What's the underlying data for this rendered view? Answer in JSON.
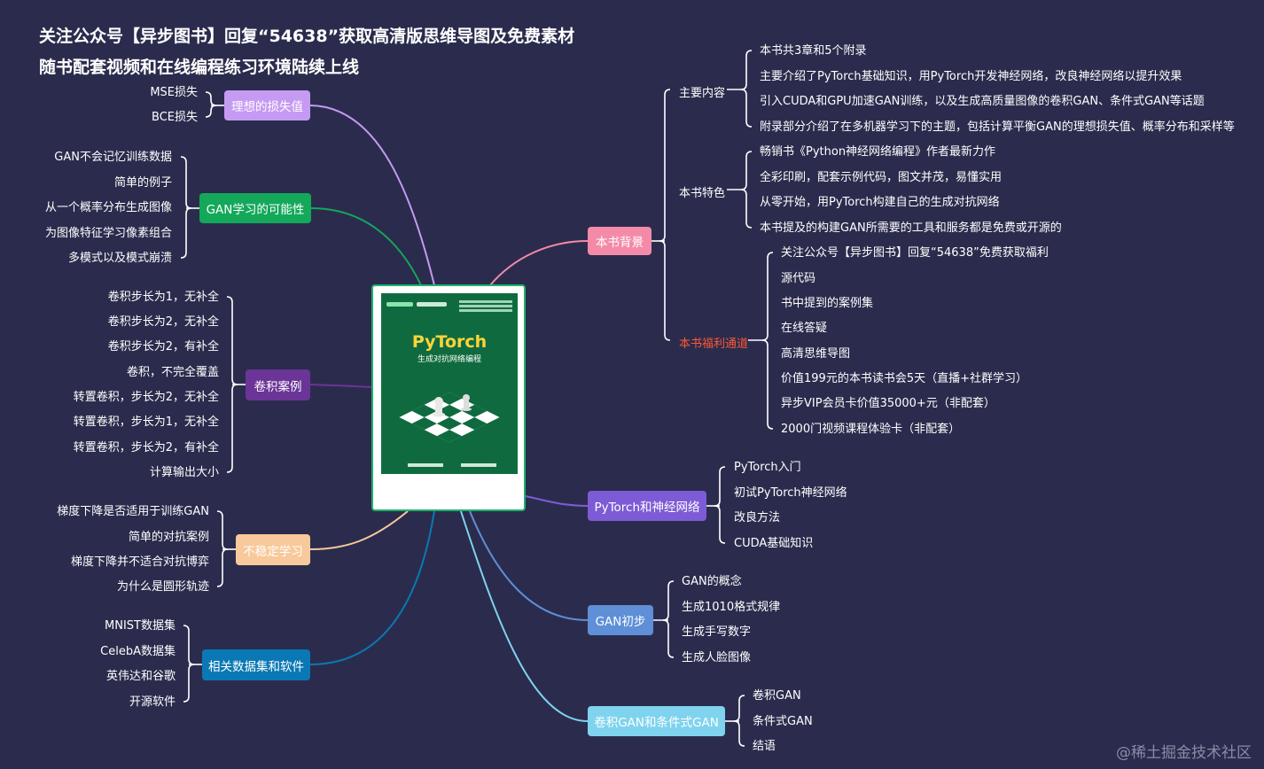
{
  "header": {
    "line1": "关注公众号【异步图书】回复“54638”获取高清版思维导图及免费素材",
    "line2": "随书配套视频和在线编程练习环境陆续上线"
  },
  "book": {
    "title": "PyTorch",
    "subtitle": "生成对抗网络编程"
  },
  "right": {
    "bg": {
      "label": "本书背景",
      "color": "#f38ba8",
      "main": {
        "label": "主要内容",
        "items": [
          "本书共3章和5个附录",
          "主要介绍了PyTorch基础知识，用PyTorch开发神经网络，改良神经网络以提升效果",
          "引入CUDA和GPU加速GAN训练，以及生成高质量图像的卷积GAN、条件式GAN等话题",
          "附录部分介绍了在多机器学习下的主题，包括计算平衡GAN的理想损失值、概率分布和采样等"
        ]
      },
      "feature": {
        "label": "本书特色",
        "items": [
          "畅销书《Python神经网络编程》作者最新力作",
          "全彩印刷，配套示例代码，图文并茂，易懂实用",
          "从零开始，用PyTorch构建自己的生成对抗网络",
          "本书提及的构建GAN所需要的工具和服务都是免费或开源的"
        ]
      },
      "benefit": {
        "label": "本书福利通道",
        "items": [
          "关注公众号【异步图书】回复“54638”免费获取福利",
          "源代码",
          "书中提到的案例集",
          "在线答疑",
          "高清思维导图",
          "价值199元的本书读书会5天（直播+社群学习）",
          "异步VIP会员卡价值35000+元（非配套）",
          "2000门视频课程体验卡（非配套）"
        ]
      }
    },
    "pytorch": {
      "label": "PyTorch和神经网络",
      "color": "#7e5bd6",
      "items": [
        "PyTorch入门",
        "初试PyTorch神经网络",
        "改良方法",
        "CUDA基础知识"
      ]
    },
    "gan": {
      "label": "GAN初步",
      "color": "#5f8fd6",
      "items": [
        "GAN的概念",
        "生成1010格式规律",
        "生成手写数字",
        "生成人脸图像"
      ]
    },
    "conv": {
      "label": "卷积GAN和条件式GAN",
      "color": "#7fd3ee",
      "items": [
        "卷积GAN",
        "条件式GAN",
        "结语"
      ]
    }
  },
  "left": {
    "loss": {
      "label": "理想的损失值",
      "color": "#c59af2",
      "items": [
        "MSE损失",
        "BCE损失"
      ]
    },
    "possible": {
      "label": "GAN学习的可能性",
      "color": "#13a85a",
      "items": [
        "GAN不会记忆训练数据",
        "简单的例子",
        "从一个概率分布生成图像",
        "为图像特征学习像素组合",
        "多模式以及模式崩溃"
      ]
    },
    "convcase": {
      "label": "卷积案例",
      "color": "#6a3596",
      "items": [
        "卷积步长为1，无补全",
        "卷积步长为2，无补全",
        "卷积步长为2，有补全",
        "卷积，不完全覆盖",
        "转置卷积，步长为2，无补全",
        "转置卷积，步长为1，无补全",
        "转置卷积，步长为2，有补全",
        "计算输出大小"
      ]
    },
    "unstable": {
      "label": "不稳定学习",
      "color": "#f8c99a",
      "items": [
        "梯度下降是否适用于训练GAN",
        "简单的对抗案例",
        "梯度下降并不适合对抗博弈",
        "为什么是圆形轨迹"
      ]
    },
    "datasets": {
      "label": "相关数据集和软件",
      "color": "#0a78b4",
      "items": [
        "MNIST数据集",
        "CelebA数据集",
        "英伟达和谷歌",
        "开源软件"
      ]
    }
  },
  "watermark": "@稀土掘金技术社区",
  "benefit_color": "#ff5733"
}
